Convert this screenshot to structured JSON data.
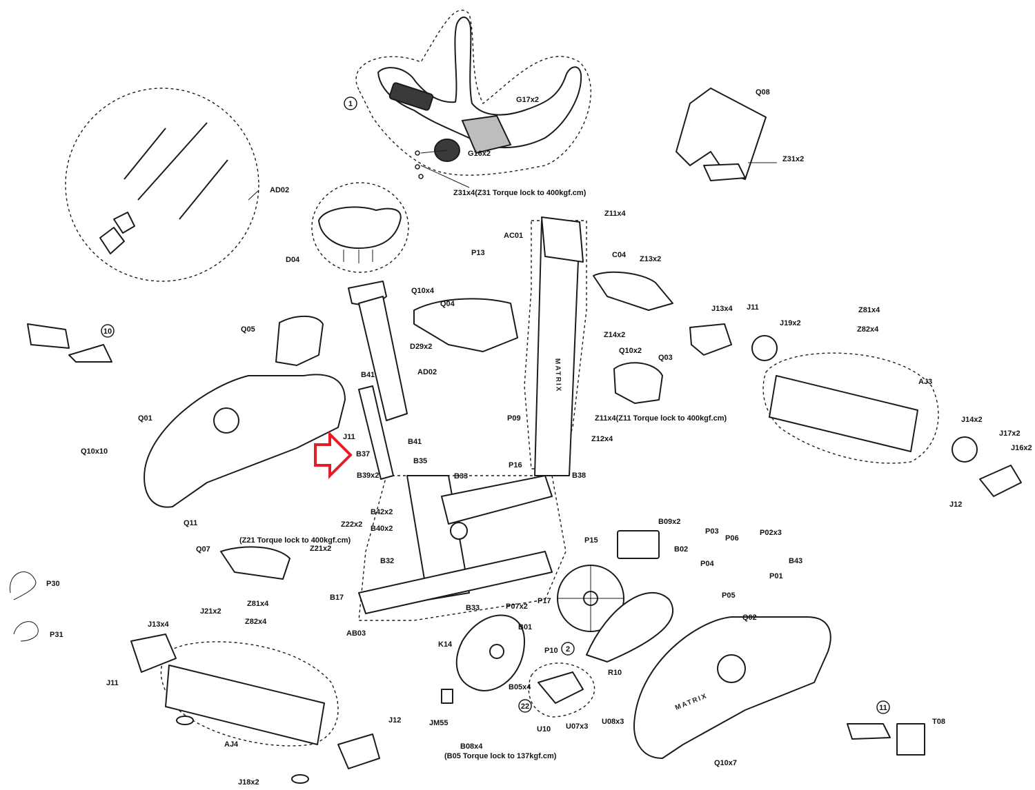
{
  "highlight_color": "#e41e26",
  "brand": "MATRIX",
  "callouts": {
    "c1": "1",
    "c2": "2",
    "c10": "10",
    "c11": "11",
    "c22": "22"
  },
  "labels": {
    "G17x2": "G17x2",
    "G16x2": "G16x2",
    "Z31x4_note": "Z31x4(Z31 Torque lock to 400kgf.cm)",
    "Q08": "Q08",
    "Z31x2": "Z31x2",
    "AD02_top": "AD02",
    "D04": "D04",
    "Z11x4": "Z11x4",
    "AC01": "AC01",
    "P13": "P13",
    "C04": "C04",
    "Z13x2": "Z13x2",
    "Q10x4": "Q10x4",
    "Q04": "Q04",
    "Q05": "Q05",
    "D29x2": "D29x2",
    "Z14x2": "Z14x2",
    "J13x4_r": "J13x4",
    "J11_r": "J11",
    "Z81x4_r": "Z81x4",
    "Z82x4_r": "Z82x4",
    "J19x2": "J19x2",
    "AD02_mid": "AD02",
    "Q10x2": "Q10x2",
    "Q03": "Q03",
    "AJ3": "AJ3",
    "B41_a": "B41",
    "P09": "P09",
    "Z11x4_note": "Z11x4(Z11 Torque lock to 400kgf.cm)",
    "Q01": "Q01",
    "Q10x10": "Q10x10",
    "J11_m": "J11",
    "Z12x4": "Z12x4",
    "B41_b": "B41",
    "B37": "B37",
    "J14x2": "J14x2",
    "J17x2": "J17x2",
    "J16x2": "J16x2",
    "B35": "B35",
    "P16": "P16",
    "B38": "B38",
    "B39x2": "B39x2",
    "B33_a": "B33",
    "J12_r": "J12",
    "B42x2": "B42x2",
    "Q11": "Q11",
    "B40x2": "B40x2",
    "B09x2": "B09x2",
    "Z22x2": "Z22x2",
    "Z21_note": "(Z21 Torque lock to 400kgf.cm)",
    "Z21x2": "Z21x2",
    "Q07": "Q07",
    "P15": "P15",
    "P03": "P03",
    "P06": "P06",
    "P02x3": "P02x3",
    "B02": "B02",
    "B43": "B43",
    "P04": "P04",
    "P01": "P01",
    "B32": "B32",
    "P30": "P30",
    "P05": "P05",
    "B17": "B17",
    "P07x2": "P07x2",
    "P17": "P17",
    "B33_b": "B33",
    "J21x2": "J21x2",
    "Z81x4_l": "Z81x4",
    "Q02": "Q02",
    "J13x4_l": "J13x4",
    "Z82x4_l": "Z82x4",
    "AB03": "AB03",
    "P31": "P31",
    "B01": "B01",
    "K14": "K14",
    "P10": "P10",
    "R10": "R10",
    "J11_l": "J11",
    "B05x4": "B05x4",
    "U10": "U10",
    "U07x3": "U07x3",
    "U08x3": "U08x3",
    "JM55": "JM55",
    "AJ4": "AJ4",
    "J12_l": "J12",
    "T08": "T08",
    "B08x4": "B08x4",
    "B05_note": "(B05 Torque lock to 137kgf.cm)",
    "J18x2": "J18x2",
    "Q10x7": "Q10x7"
  }
}
